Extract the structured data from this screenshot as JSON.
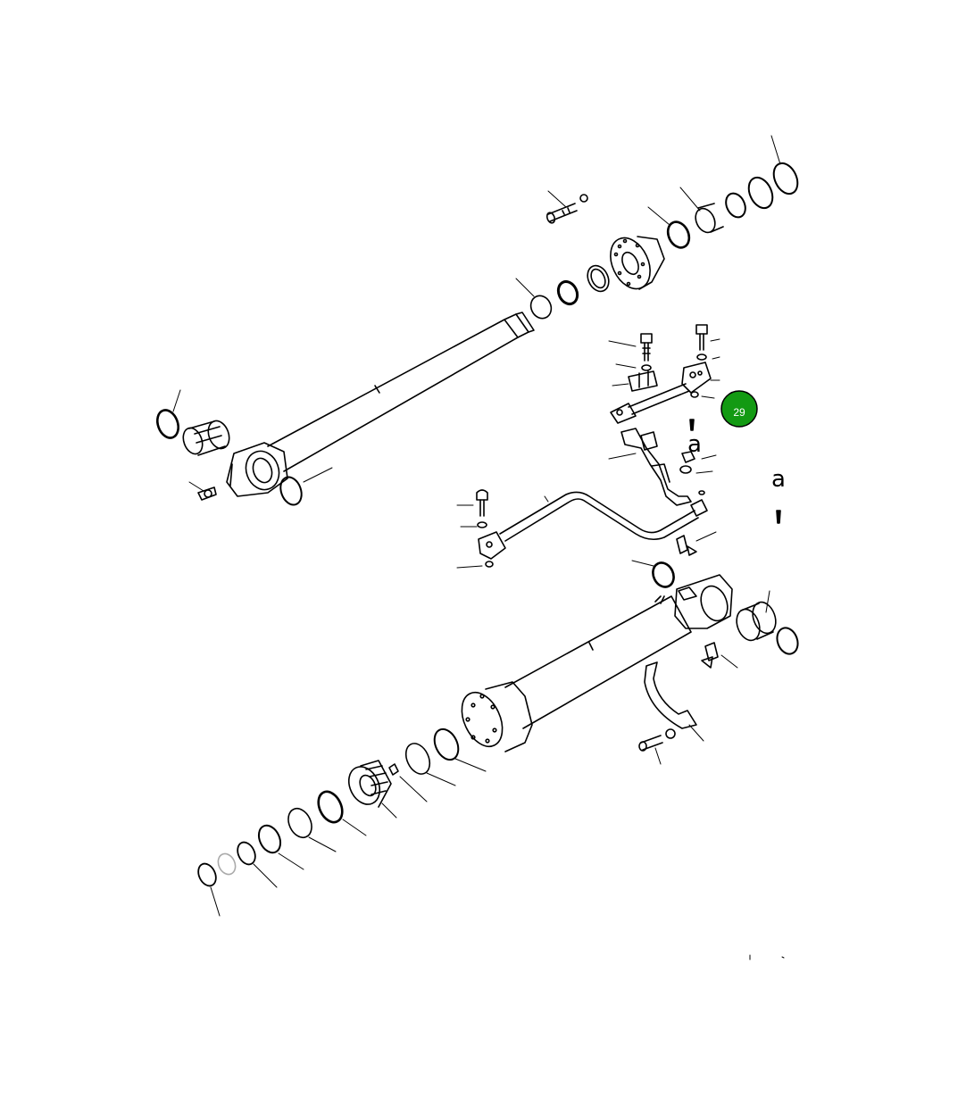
{
  "diagram": {
    "detail_marker_upper": "a",
    "detail_marker_right": "a",
    "callout_number": "29",
    "callout_color": "#139a13",
    "line_color": "#000000"
  }
}
